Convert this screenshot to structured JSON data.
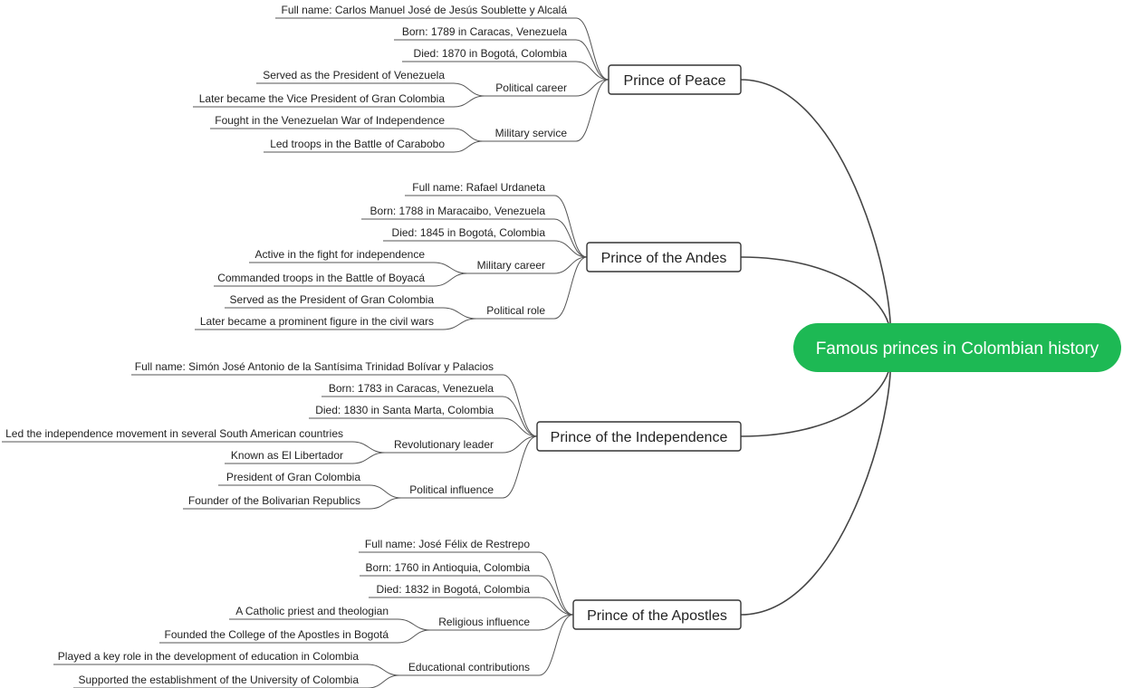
{
  "root": {
    "label": "Famous princes in Colombian history",
    "color": "#1db954"
  },
  "branches": [
    {
      "label": "Prince of Peace",
      "children": [
        {
          "label": "Full name: Carlos Manuel José de Jesús Soublette y Alcalá"
        },
        {
          "label": "Born: 1789 in Caracas, Venezuela"
        },
        {
          "label": "Died: 1870 in Bogotá, Colombia"
        },
        {
          "label": "Political career",
          "children": [
            {
              "label": "Served as the President of Venezuela"
            },
            {
              "label": "Later became the Vice President of Gran Colombia"
            }
          ]
        },
        {
          "label": "Military service",
          "children": [
            {
              "label": "Fought in the Venezuelan War of Independence"
            },
            {
              "label": "Led troops in the Battle of Carabobo"
            }
          ]
        }
      ]
    },
    {
      "label": "Prince of the Andes",
      "children": [
        {
          "label": "Full name: Rafael Urdaneta"
        },
        {
          "label": "Born: 1788 in Maracaibo, Venezuela"
        },
        {
          "label": "Died: 1845 in Bogotá, Colombia"
        },
        {
          "label": "Military career",
          "children": [
            {
              "label": "Active in the fight for independence"
            },
            {
              "label": "Commanded troops in the Battle of Boyacá"
            }
          ]
        },
        {
          "label": "Political role",
          "children": [
            {
              "label": "Served as the President of Gran Colombia"
            },
            {
              "label": "Later became a prominent figure in the civil wars"
            }
          ]
        }
      ]
    },
    {
      "label": "Prince of the Independence",
      "children": [
        {
          "label": "Full name: Simón José Antonio de la Santísima Trinidad Bolívar y Palacios"
        },
        {
          "label": "Born: 1783 in Caracas, Venezuela"
        },
        {
          "label": "Died: 1830 in Santa Marta, Colombia"
        },
        {
          "label": "Revolutionary leader",
          "children": [
            {
              "label": "Led the independence movement in several South American countries"
            },
            {
              "label": "Known as El Libertador"
            }
          ]
        },
        {
          "label": "Political influence",
          "children": [
            {
              "label": "President of Gran Colombia"
            },
            {
              "label": "Founder of the Bolivarian Republics"
            }
          ]
        }
      ]
    },
    {
      "label": "Prince of the Apostles",
      "children": [
        {
          "label": "Full name: José Félix de Restrepo"
        },
        {
          "label": "Born: 1760 in Antioquia, Colombia"
        },
        {
          "label": "Died: 1832 in Bogotá, Colombia"
        },
        {
          "label": "Religious influence",
          "children": [
            {
              "label": "A Catholic priest and theologian"
            },
            {
              "label": "Founded the College of the Apostles in Bogotá"
            }
          ]
        },
        {
          "label": "Educational contributions",
          "children": [
            {
              "label": "Played a key role in the development of education in Colombia"
            },
            {
              "label": "Supported the establishment of the University of Colombia"
            }
          ]
        }
      ]
    }
  ]
}
